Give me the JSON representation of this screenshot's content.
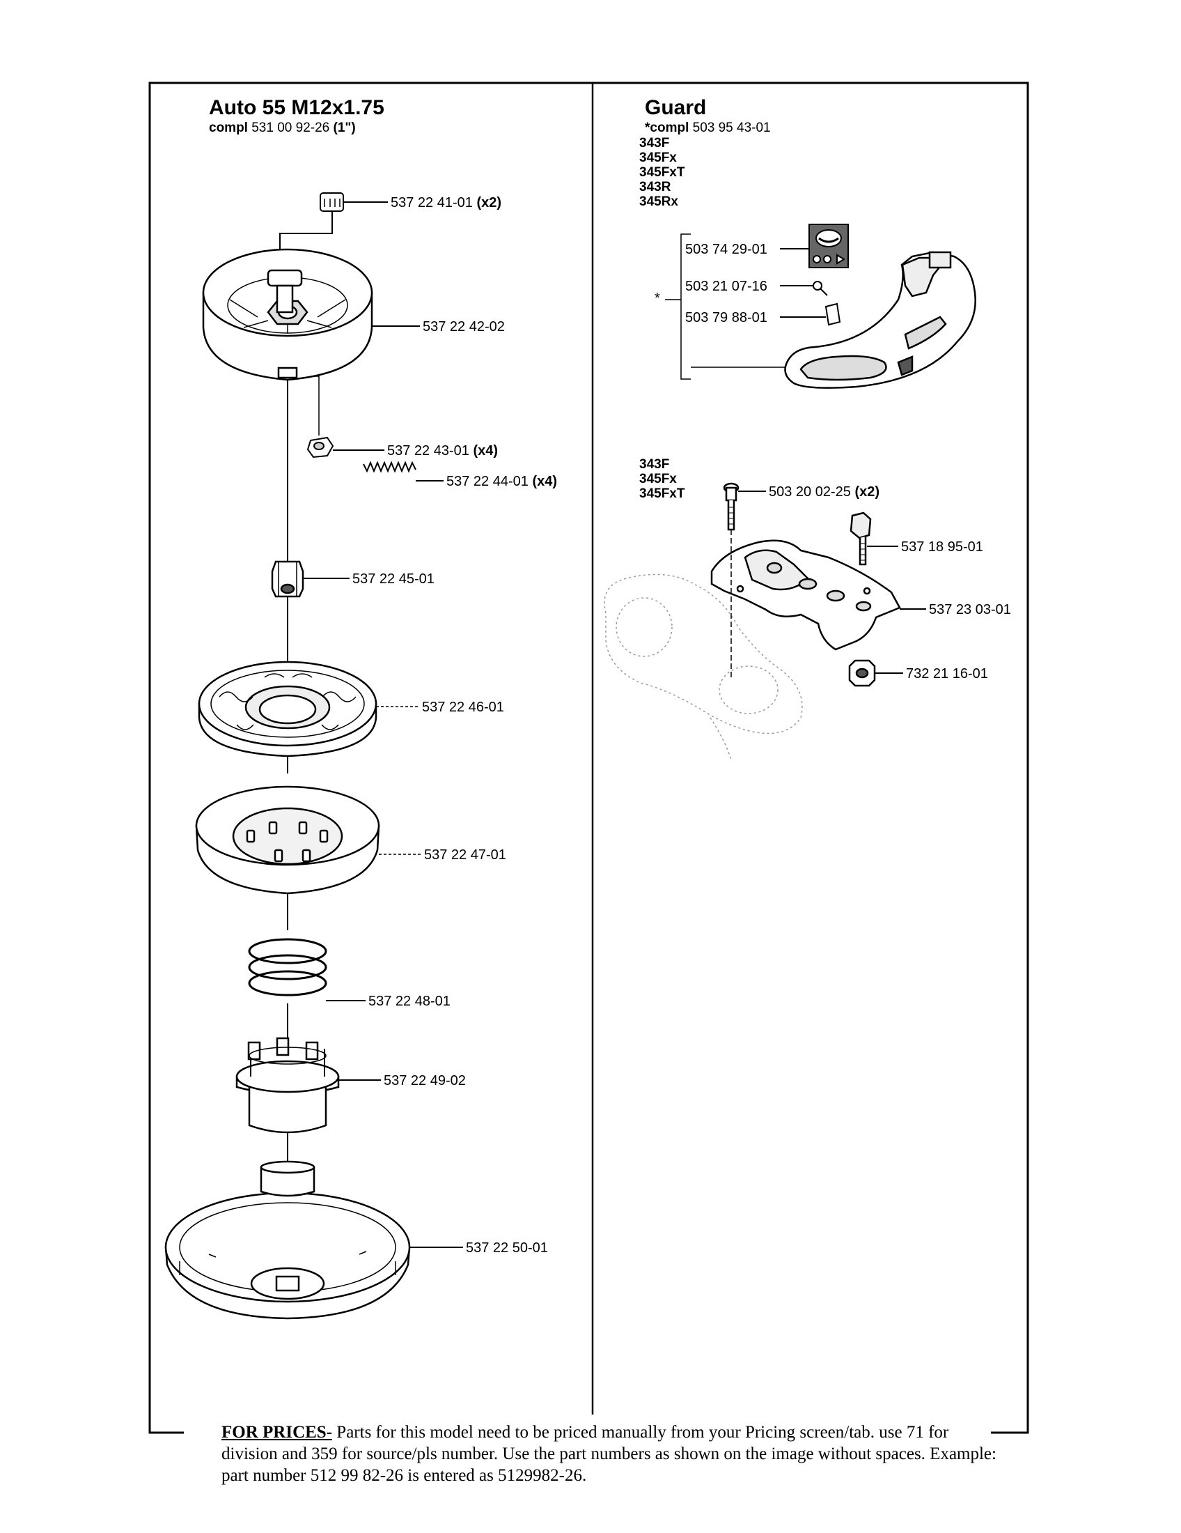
{
  "left_panel": {
    "title": "Auto 55 M12x1.75",
    "subtitle_prefix": "compl",
    "subtitle_number": "531 00 92-26",
    "subtitle_size": "(1\")",
    "parts": [
      {
        "number": "537 22 41-01",
        "qty": "(x2)"
      },
      {
        "number": "537 22 42-02",
        "qty": ""
      },
      {
        "number": "537 22 43-01",
        "qty": "(x4)"
      },
      {
        "number": "537 22 44-01",
        "qty": "(x4)"
      },
      {
        "number": "537 22 45-01",
        "qty": ""
      },
      {
        "number": "537 22 46-01",
        "qty": ""
      },
      {
        "number": "537 22 47-01",
        "qty": ""
      },
      {
        "number": "537 22 48-01",
        "qty": ""
      },
      {
        "number": "537 22 49-02",
        "qty": ""
      },
      {
        "number": "537 22 50-01",
        "qty": ""
      }
    ]
  },
  "right_panel": {
    "title": "Guard",
    "subtitle_prefix": "*compl",
    "subtitle_number": "503 95 43-01",
    "guard_models": [
      "343F",
      "345Fx",
      "345FxT",
      "343R",
      "345Rx"
    ],
    "asterisk": "*",
    "guard_parts": [
      {
        "number": "503 74 29-01"
      },
      {
        "number": "503 21 07-16"
      },
      {
        "number": "503 79 88-01"
      }
    ],
    "shield_models": [
      "343F",
      "345Fx",
      "345FxT"
    ],
    "shield_parts": [
      {
        "number": "503 20 02-25",
        "qty": "(x2)"
      },
      {
        "number": "537 18 95-01",
        "qty": ""
      },
      {
        "number": "537 23 03-01",
        "qty": ""
      },
      {
        "number": "732 21 16-01",
        "qty": ""
      }
    ]
  },
  "footer": {
    "heading": "FOR PRICES-",
    "text": " Parts for this model need to be priced manually from your Pricing screen/tab. use 71 for division and 359 for source/pls number.  Use the part numbers as shown on the image without spaces.  Example: part number 512 99 82-26 is entered as 5129982-26."
  }
}
